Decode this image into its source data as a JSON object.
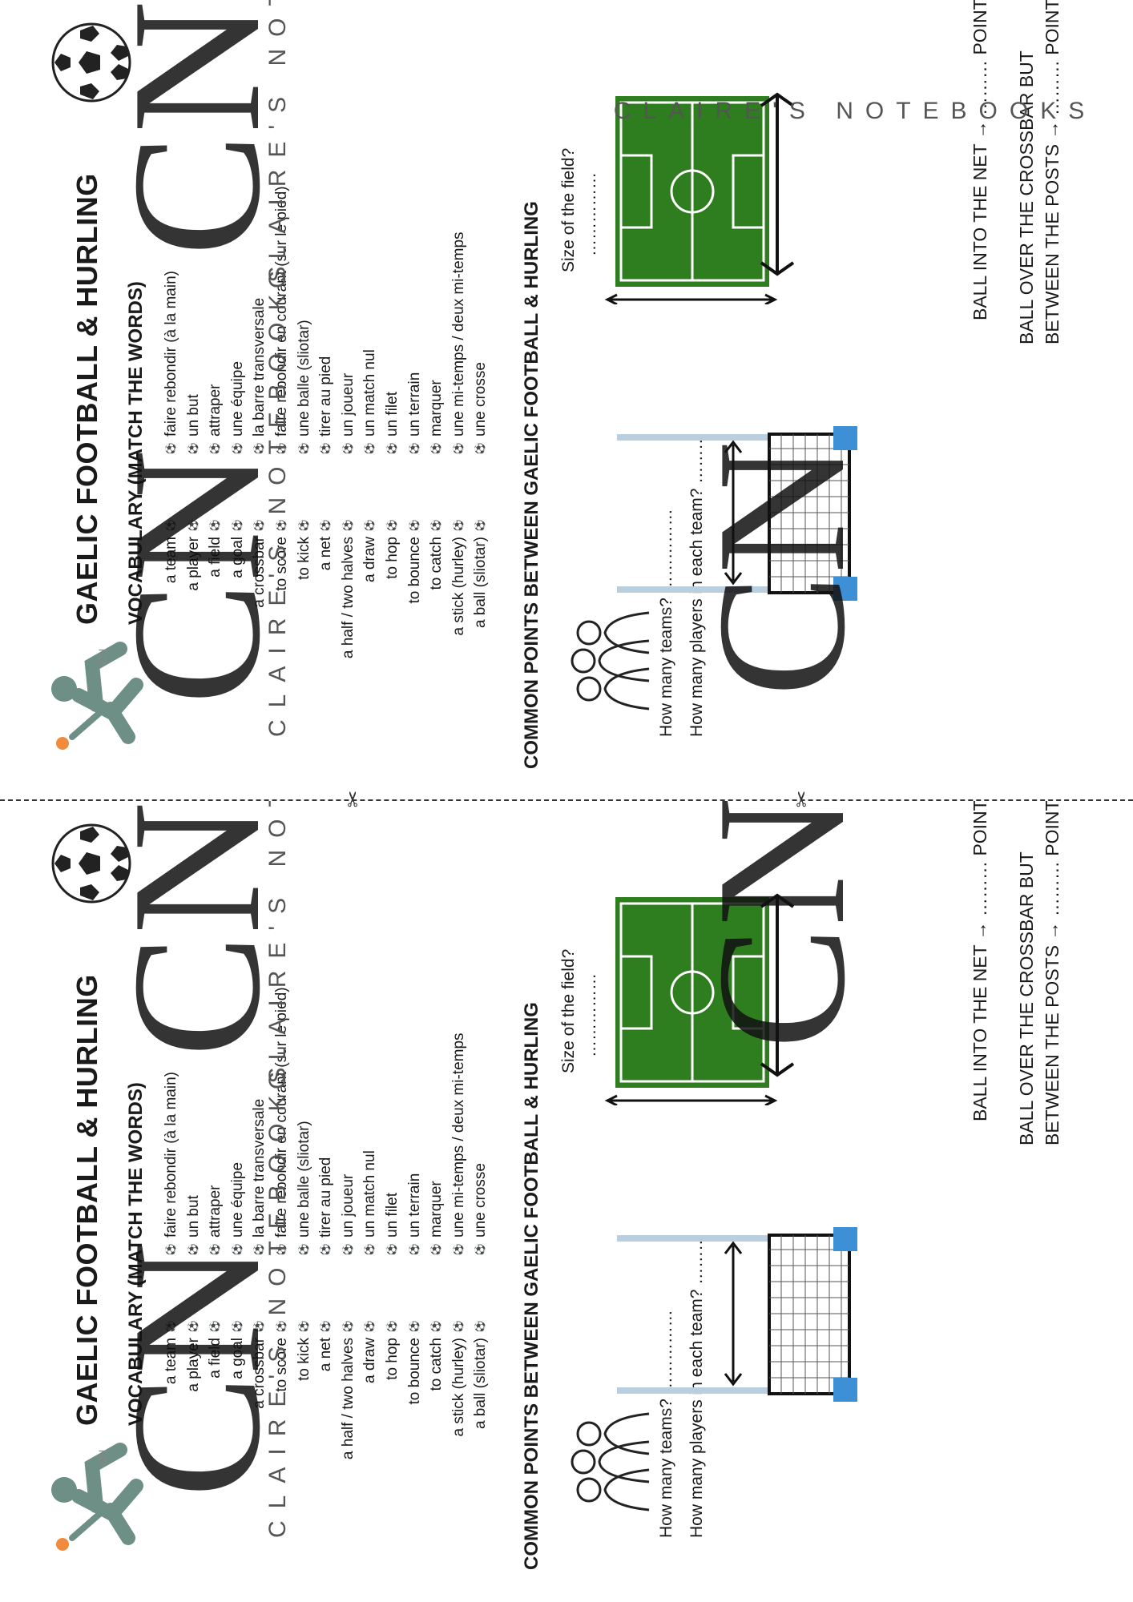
{
  "title": "GAELIC FOOTBALL & HURLING",
  "vocab_heading": "VOCABULARY (MATCH THE WORDS)",
  "english_words": [
    "a team",
    "a player",
    "a field",
    "a goal",
    "a crossbar",
    "to score",
    "to kick",
    "a net",
    "a half / two halves",
    "a draw",
    "to hop",
    "to bounce",
    "to catch",
    "a stick (hurley)",
    "a ball (sliotar)"
  ],
  "french_words": [
    "faire rebondir (à la main)",
    "un but",
    "attraper",
    "une équipe",
    "la barre transversale",
    "faire rebondir en courant (sur le pied)",
    "une balle (sliotar)",
    "tirer au pied",
    "un joueur",
    "un match nul",
    "un filet",
    "un terrain",
    "marquer",
    "une mi-temps / deux mi-temps",
    "une crosse"
  ],
  "common_heading": "COMMON POINTS BETWEEN GAELIC FOOTBALL & HURLING",
  "q_teams": "How many teams? ……………",
  "q_players": "How many players in each team? ………",
  "q_field": "Size of the field?",
  "field_dots": "……………",
  "net_points": "BALL INTO THE NET → ……… POINTS",
  "crossbar_line1": "BALL OVER THE CROSSBAR BUT",
  "crossbar_line2": "BETWEEN THE POSTS → ……… POINTS",
  "watermark": "CLAIRE'S NOTEBOOKS",
  "watermark_logo": "CN",
  "logo_small": "CN",
  "colors": {
    "field_green": "#2e7d1e",
    "player_grey": "#6e8f86",
    "post_blue": "#3d8fd6",
    "ball_orange": "#f08a3c"
  }
}
